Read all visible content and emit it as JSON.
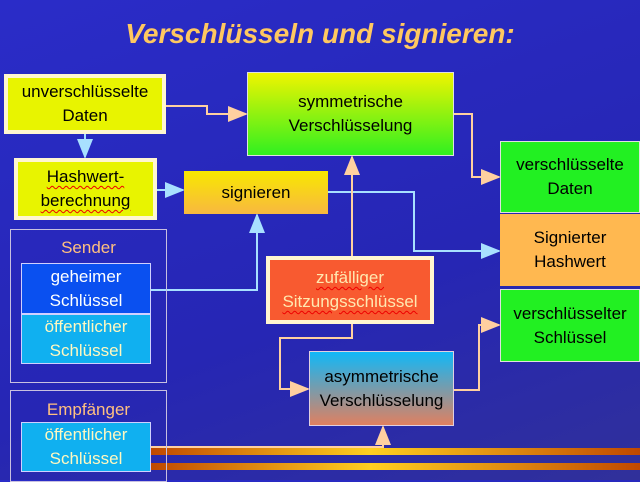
{
  "title": "Verschlüsseln und signieren:",
  "boxes": {
    "plain_data": "unverschlüsselte Daten",
    "hash": "Hashwert-berechnung",
    "sign": "signieren",
    "sym": "symmetrische Verschlüsselung",
    "session_key": "zufälliger Sitzungsschlüssel",
    "asym": "asymmetrische Verschlüsselung",
    "enc_data": "verschlüsselte Daten",
    "signed_hash": "Signierter Hashwert",
    "enc_key": "verschlüsselter Schlüssel"
  },
  "sender": {
    "title": "Sender",
    "private_key": "geheimer Schlüssel",
    "public_key": "öffentlicher Schlüssel"
  },
  "receiver": {
    "title": "Empfänger",
    "public_key": "öffentlicher Schlüssel"
  },
  "colors": {
    "background": "#2828c0",
    "title": "#ffc860",
    "yellow": "#e8f400",
    "green": "#22f022",
    "orange": "#ffb850",
    "red": "#f85a30"
  }
}
